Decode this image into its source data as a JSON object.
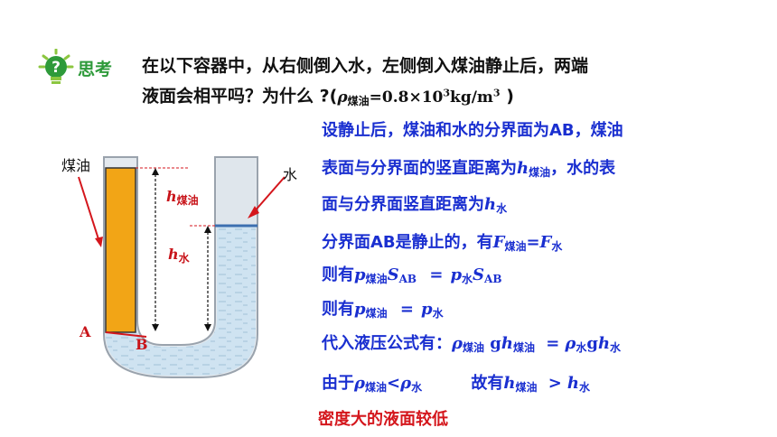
{
  "header": {
    "think_label": "思考",
    "question_line1": "在以下容器中，从右侧倒入水，左侧倒入煤油静止后，两端",
    "question_line2_text": "液面会相平吗？为什么 ?(",
    "rho": "ρ",
    "sub_kerosene": "煤油",
    "density_value": "=0.8×10",
    "density_exp": "3",
    "density_unit": "kg/m",
    "unit_exp": "3",
    "close_paren": " )"
  },
  "diagram": {
    "label_kerosene": "煤油",
    "label_water": "水",
    "label_h": "h",
    "sub_kerosene": "煤油",
    "sub_water": "水",
    "point_a": "A",
    "point_b": "B"
  },
  "explanation": {
    "line1": "设静止后，煤油和水的分界面为AB，煤油",
    "line2_a": "表面与分界面的竖直距离为",
    "line2_b": "，水的表",
    "line3_a": "面与分界面竖直距离为",
    "line4_a": "分界面AB是静止的，有",
    "line5_a": "则有",
    "line6_a": "则有",
    "line7_a": "代入液压公式有：",
    "line8_a": "由于",
    "line8_b": "故有",
    "sym_h": "h",
    "sym_rho": "ρ",
    "sym_p": "p",
    "sym_F": "F",
    "sym_S": "S",
    "sym_g": "g",
    "sub_kerosene": "煤油",
    "sub_water": "水",
    "sub_ab": "AB",
    "eq": "=",
    "lt": "<",
    "gt": ">"
  },
  "conclusion": "密度大的液面较低",
  "colors": {
    "blue_text": "#1a2fd0",
    "red_text": "#d4161c",
    "kerosene": "#f2a516",
    "water": "#cfe3f1",
    "icon_green": "#2e9a3a"
  }
}
